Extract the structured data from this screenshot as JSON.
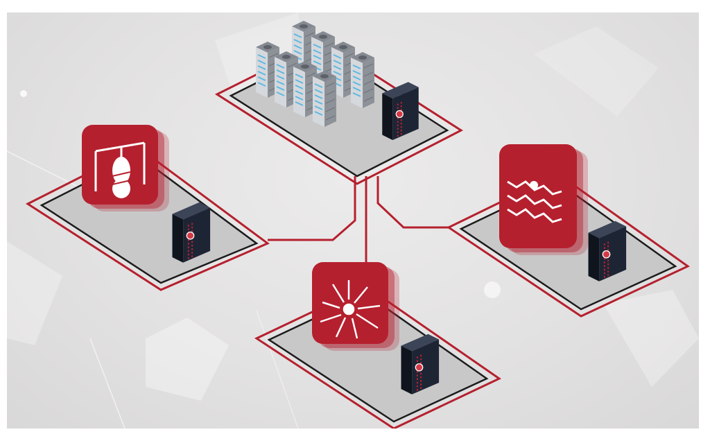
{
  "diagram": {
    "hub": {
      "name": "data-center",
      "server_racks": 9,
      "edge_device": "security-appliance"
    },
    "sites": [
      {
        "hazard": "explosion",
        "icon": "gas-cylinder-icon",
        "edge_device": "security-appliance"
      },
      {
        "hazard": "impact",
        "icon": "burst-icon",
        "edge_device": "security-appliance"
      },
      {
        "hazard": "flood",
        "icon": "water-waves-icon",
        "edge_device": "security-appliance"
      }
    ]
  },
  "colors": {
    "accent_red": "#b5202e",
    "platform_fill": "#c9c8c8",
    "outline_dark": "#1c1c1c",
    "device_body": "#1b2230",
    "server_gray": "#a8acb2",
    "background": "#e4e3e3"
  }
}
